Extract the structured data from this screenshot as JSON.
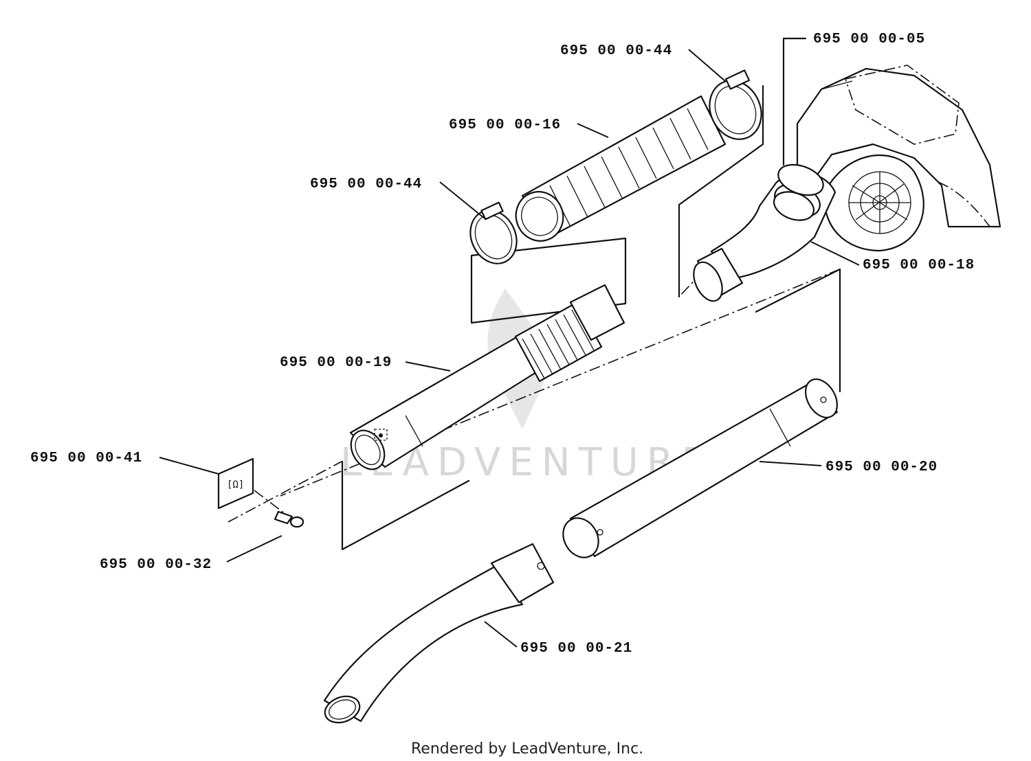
{
  "watermark": "LEADVENTURE",
  "footer": "Rendered by LeadVenture, Inc.",
  "part_labels": {
    "clamp_upper": "695 00 00-44",
    "fan_housing": "695 00 00-05",
    "flex_hose": "695 00 00-16",
    "clamp_lower": "695 00 00-44",
    "elbow": "695 00 00-18",
    "tube_upper": "695 00 00-19",
    "plate": "695 00 00-41",
    "tube_middle": "695 00 00-20",
    "screw": "695 00 00-32",
    "nozzle": "695 00 00-21"
  }
}
